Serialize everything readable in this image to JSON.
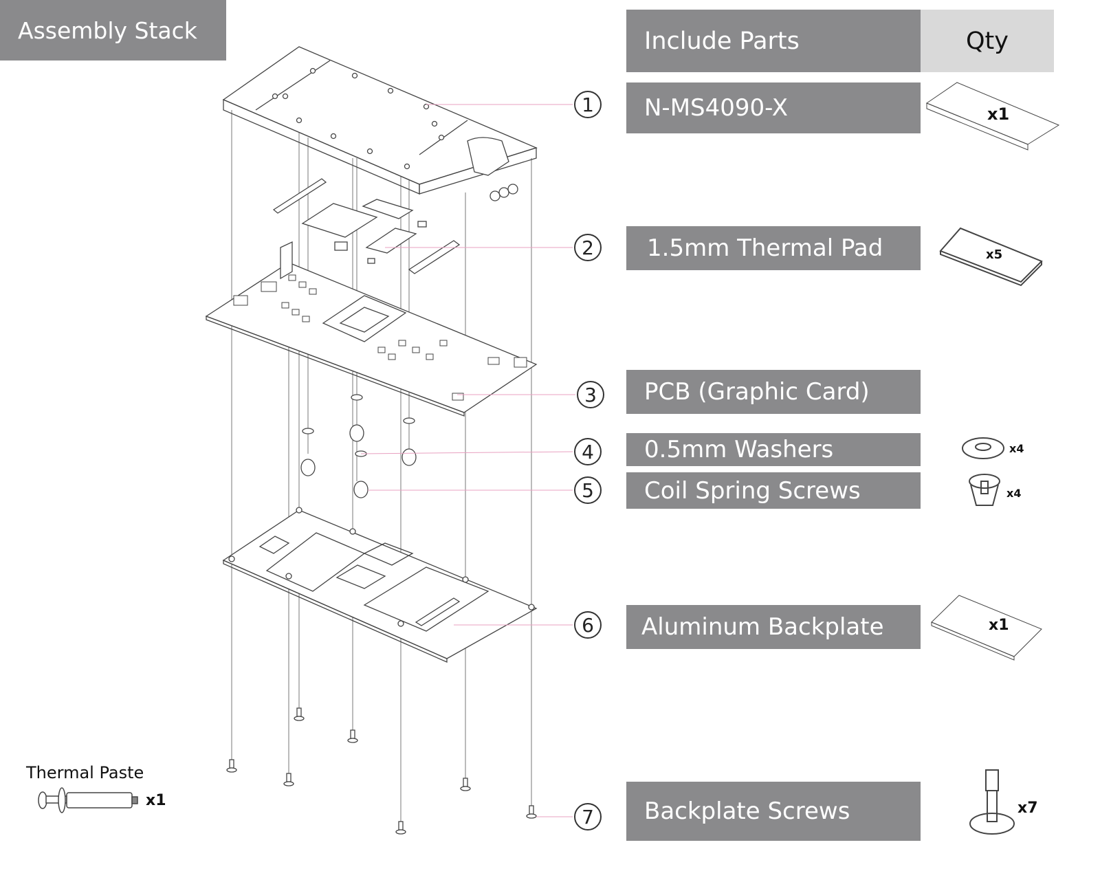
{
  "header": {
    "title": "Assembly Stack"
  },
  "table": {
    "col_parts": "Include Parts",
    "col_qty": "Qty",
    "rows": [
      {
        "num": "1",
        "label": "N-MS4090-X",
        "qty": "x1"
      },
      {
        "num": "2",
        "label": "1.5mm Thermal Pad",
        "qty": "x5"
      },
      {
        "num": "3",
        "label": "PCB (Graphic Card)",
        "qty": ""
      },
      {
        "num": "4",
        "label": "0.5mm Washers",
        "qty": "x4"
      },
      {
        "num": "5",
        "label": "Coil Spring Screws",
        "qty": "x4"
      },
      {
        "num": "6",
        "label": "Aluminum Backplate",
        "qty": "x1"
      },
      {
        "num": "7",
        "label": "Backplate Screws",
        "qty": "x7"
      }
    ]
  },
  "extra": {
    "label": "Thermal Paste",
    "qty": "x1"
  },
  "colors": {
    "header_gray": "#8a8a8c",
    "qty_gray": "#d9d9d9",
    "leader_pink": "#e8a0c0"
  }
}
